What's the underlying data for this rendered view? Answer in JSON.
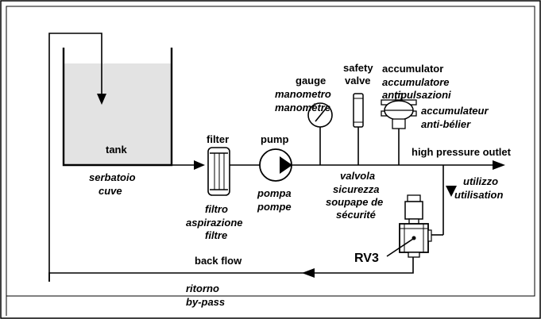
{
  "labels": {
    "tank": "tank",
    "serbatoio": "serbatoio",
    "cuve": "cuve",
    "filter": "filter",
    "filtro": "filtro",
    "aspirazione": "aspirazione",
    "filtre": "filtre",
    "pump": "pump",
    "pompa": "pompa",
    "pompe": "pompe",
    "gauge": "gauge",
    "manometro": "manometro",
    "manometre": "manomètre",
    "safety": "safety",
    "valve": "valve",
    "valvola": "valvola",
    "sicurezza": "sicurezza",
    "soupape_de": "soupape de",
    "securite": "sécurité",
    "accumulator": "accumulator",
    "accumulatore": "accumulatore",
    "antipulsazioni": "antipulsazioni",
    "accumulateur": "accumulateur",
    "anti_belier": "anti-bélier",
    "high_pressure_outlet": "high pressure outlet",
    "utilizzo": "utilizzo",
    "utilisation": "utilisation",
    "rv3": "RV3",
    "back_flow": "back flow",
    "ritorno": "ritorno",
    "by_pass": "by-pass"
  }
}
